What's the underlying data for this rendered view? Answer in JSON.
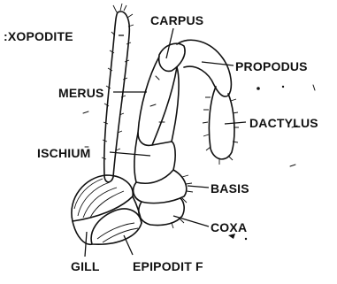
{
  "figure": {
    "labels": {
      "exopodite": ":XOPODITE",
      "carpus": "CARPUS",
      "propodus": "PROPODUS",
      "merus": "MERUS",
      "dactylus": "DACTYLUS",
      "ischium": "ISCHIUM",
      "basis": "BASIS",
      "coxa": "COXA",
      "gill": "GILL",
      "epipodite": "EPIPODIT F"
    }
  }
}
